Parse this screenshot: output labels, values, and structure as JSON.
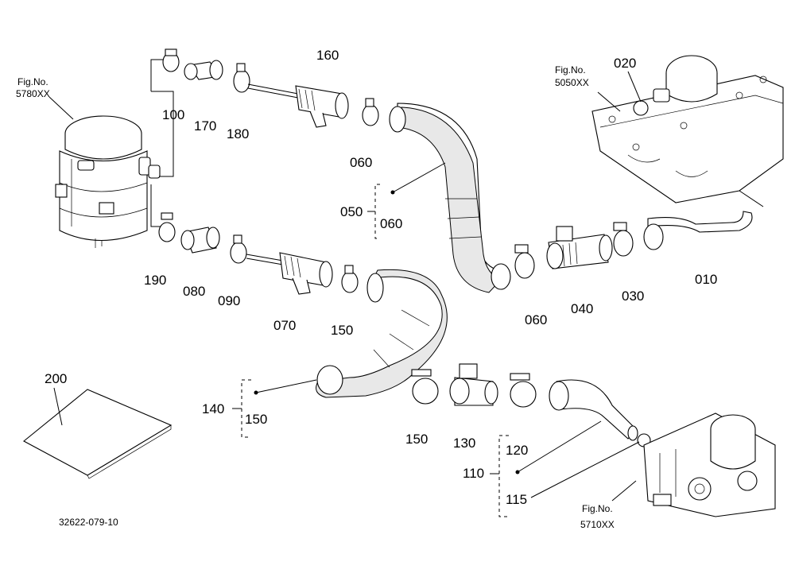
{
  "drawing_code": "32622-079-10",
  "fig_refs": [
    {
      "prefix": "Fig.No.",
      "number": "5780XX"
    },
    {
      "prefix": "Fig.No.",
      "number": "5050XX"
    },
    {
      "prefix": "Fig.No.",
      "number": "5710XX"
    }
  ],
  "labels": {
    "p010": "010",
    "p020": "020",
    "p030": "030",
    "p040": "040",
    "p050": "050",
    "p060a": "060",
    "p060b": "060",
    "p060c": "060",
    "p070": "070",
    "p080": "080",
    "p090": "090",
    "p100": "100",
    "p110": "110",
    "p115": "115",
    "p120": "120",
    "p130": "130",
    "p140": "140",
    "p150a": "150",
    "p150b": "150",
    "p150c": "150",
    "p160": "160",
    "p170": "170",
    "p180": "180",
    "p190": "190",
    "p200": "200"
  }
}
